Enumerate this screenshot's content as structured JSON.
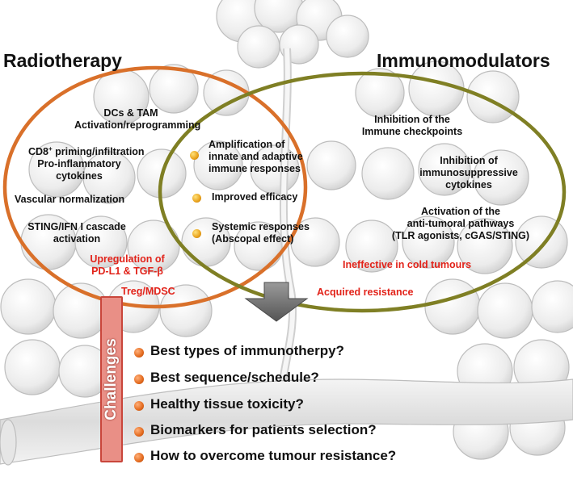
{
  "titles": {
    "left": "Radiotherapy",
    "right": "Immunomodulators"
  },
  "colors": {
    "left_ring": "#d9702a",
    "right_ring": "#7f7f24",
    "warning_text": "#e2231a",
    "challenges_box": "#e98f86"
  },
  "left_only": {
    "dcs_tam": [
      "DCs & TAM",
      "Activation/reprogramming"
    ],
    "cd8": {
      "pre": "CD8",
      "sup": "+",
      "post": " priming/infiltration"
    },
    "proinflammatory": [
      "Pro-inflammatory",
      "cytokines"
    ],
    "vascular": "Vascular normalization",
    "sting": [
      "STING/IFN I cascade",
      "activation"
    ],
    "upregulation": [
      "Upregulation of",
      "PD-L1 & TGF-β"
    ],
    "treg": "Treg/MDSC"
  },
  "overlap": {
    "amplification": [
      "Amplification of",
      "innate and adaptive",
      "immune responses"
    ],
    "improved": "Improved efficacy",
    "systemic": [
      "Systemic responses",
      "(Abscopal effect)"
    ]
  },
  "right_only": {
    "checkpoints": [
      "Inhibition of the",
      "Immune checkpoints"
    ],
    "immunosuppressive": [
      "Inhibition of",
      "immunosuppressive",
      "cytokines"
    ],
    "activation": [
      "Activation of the",
      "anti-tumoral pathways",
      "(TLR agonists, cGAS/STING)"
    ],
    "ineffective": "Ineffective in cold tumours",
    "acquired": "Acquired resistance"
  },
  "challenges": {
    "label": "Challenges",
    "items": [
      "Best types of immunotherpy?",
      "Best sequence/schedule?",
      "Healthy tissue toxicity?",
      "Biomarkers for patients selection?",
      "How to overcome tumour resistance?"
    ]
  }
}
